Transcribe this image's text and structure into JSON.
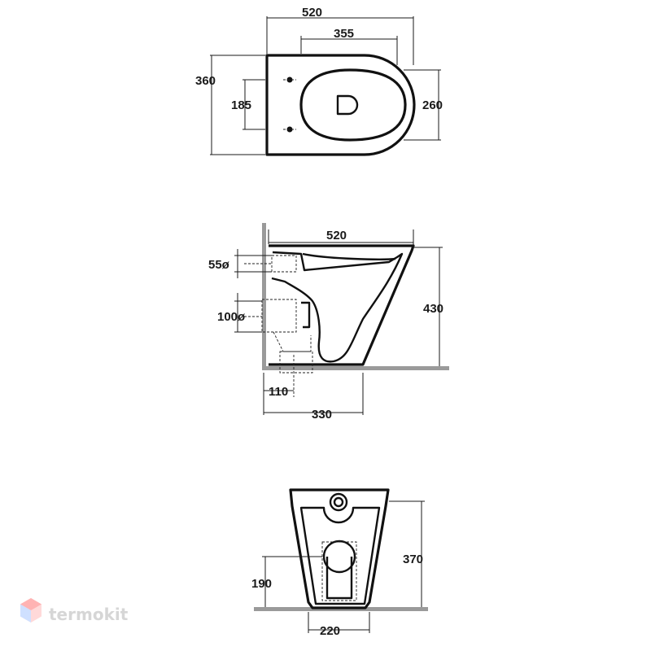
{
  "top_view": {
    "width_total": "520",
    "width_bowl": "355",
    "depth_total": "360",
    "fixing_distance": "185",
    "bowl_depth": "260"
  },
  "side_view": {
    "length": "520",
    "inlet_diameter": "55ø",
    "outlet_diameter": "100ø",
    "height": "430",
    "outlet_center": "110",
    "base_length": "330"
  },
  "front_view": {
    "height": "370",
    "outlet_height": "190",
    "base_width": "220"
  },
  "watermark": {
    "brand": "termokit"
  }
}
